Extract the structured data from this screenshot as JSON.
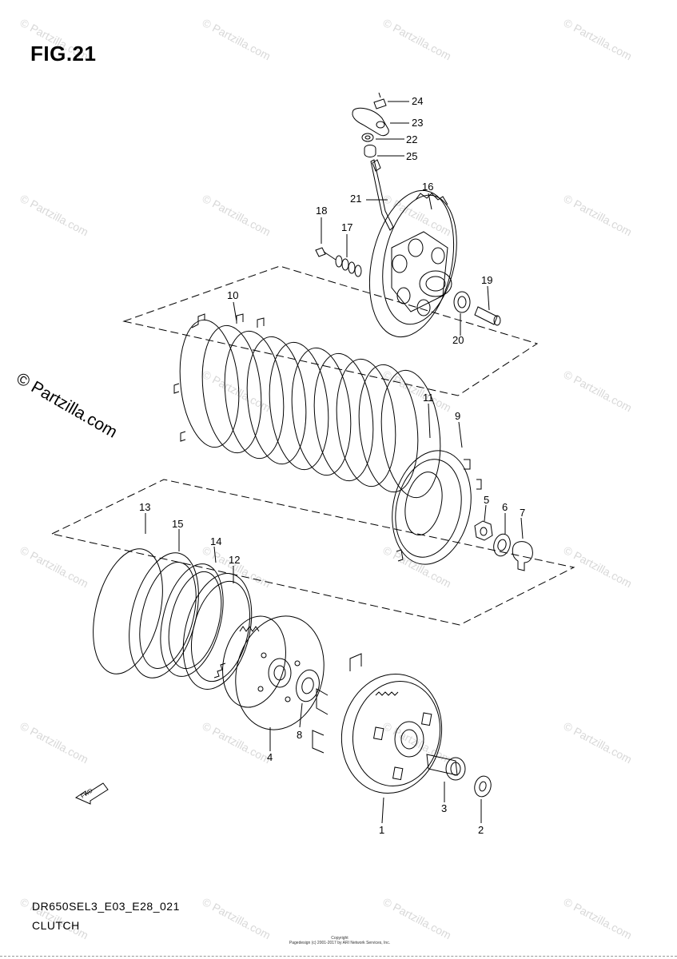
{
  "figure": {
    "title": "FIG.21",
    "code": "DR650SEL3_E03_E28_021",
    "name": "CLUTCH"
  },
  "watermark": {
    "small": "© Partzilla.com",
    "large": "© Partzilla.com"
  },
  "copyright": {
    "line1": "Copyright",
    "line2": "Pagedesign (c) 2001-2017 by ARI Network Services, Inc."
  },
  "fwd_label": "FWD",
  "callouts": {
    "c1": "1",
    "c2": "2",
    "c3": "3",
    "c4": "4",
    "c5": "5",
    "c6": "6",
    "c7": "7",
    "c8": "8",
    "c9": "9",
    "c10": "10",
    "c11": "11",
    "c12": "12",
    "c13": "13",
    "c14": "14",
    "c15": "15",
    "c16": "16",
    "c17": "17",
    "c18": "18",
    "c19": "19",
    "c20": "20",
    "c21": "21",
    "c22": "22",
    "c23": "23",
    "c24": "24",
    "c25": "25"
  }
}
